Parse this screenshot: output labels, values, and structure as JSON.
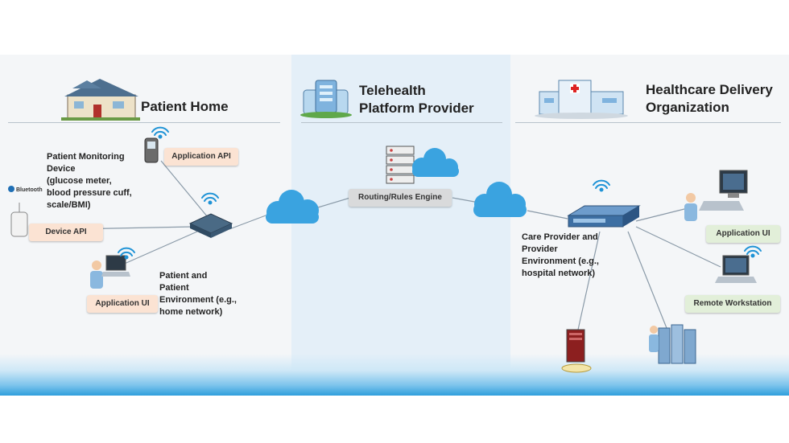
{
  "sections": {
    "patient_home": {
      "title": "Patient Home"
    },
    "telehealth": {
      "title": "Telehealth\nPlatform Provider"
    },
    "delivery_org": {
      "title": "Healthcare Delivery\nOrganization"
    }
  },
  "labels": {
    "application_api": "Application API",
    "device_api": "Device API",
    "application_ui_left": "Application UI",
    "routing_engine": "Routing/Rules Engine",
    "application_ui_right": "Application UI",
    "remote_workstation": "Remote Workstation"
  },
  "notes": {
    "patient_monitoring": "Patient Monitoring\nDevice\n(glucose meter,\nblood pressure cuff,\nscale/BMI)",
    "patient_environment": "Patient and\nPatient\nEnvironment (e.g.,\nhome network)",
    "care_provider": "Care Provider and\nProvider\nEnvironment (e.g.,\nhospital network)",
    "bluetooth": "Bluetooth"
  },
  "colors": {
    "peach_box": "#fbe3d3",
    "gray_box": "#d9dadb",
    "green_box": "#e2efd9",
    "cloud": "#3aa3e0",
    "wifi": "#1f93d6"
  },
  "icons": [
    "house-icon",
    "telehealth-building-icon",
    "hospital-icon",
    "phone-icon",
    "sensor-icon",
    "router-icon",
    "laptop-user-icon",
    "server-rack-icon",
    "cloud-icon",
    "network-switch-icon",
    "desktop-user-icon",
    "laptop-icon",
    "storage-icon",
    "datacenter-icon",
    "wifi-icon"
  ]
}
